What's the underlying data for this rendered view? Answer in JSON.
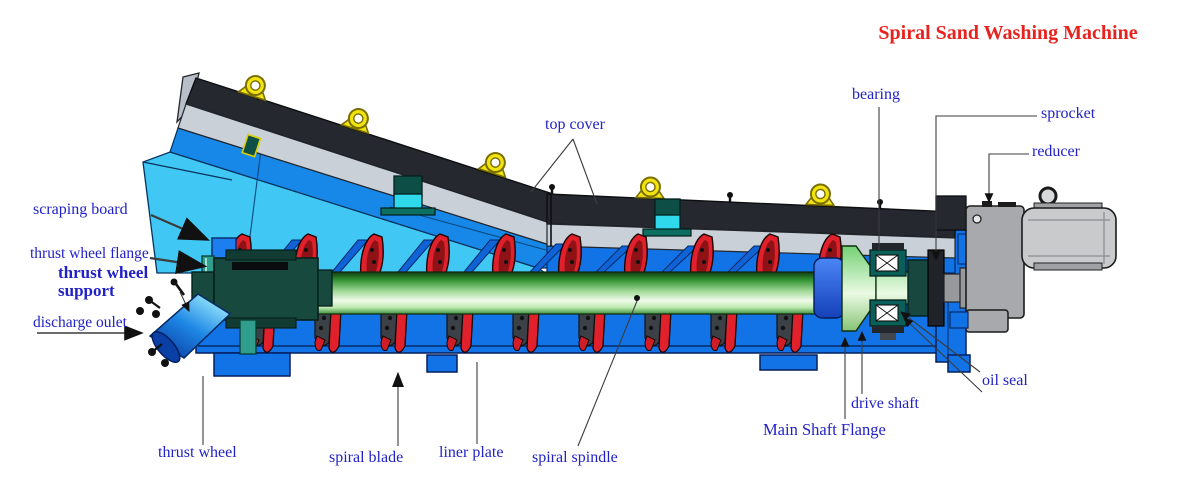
{
  "title": "Spiral Sand Washing Machine",
  "labels": {
    "top_cover": "top cover",
    "bearing": "bearing",
    "sprocket": "sprocket",
    "reducer": "reducer",
    "scraping_board": "scraping board",
    "thrust_wheel_flange": "thrust wheel flange",
    "thrust_wheel_support": "thrust wheel support",
    "discharge_oulet": "discharge oulet",
    "thrust_wheel": "thrust wheel",
    "spiral_blade": "spiral blade",
    "liner_plate": "liner plate",
    "spiral_spindle": "spiral spindle",
    "main_shaft_flange": "Main Shaft Flange",
    "drive_shaft": "drive shaft",
    "oil_seal": "oil seal"
  },
  "colors": {
    "title_red": "#e8231f",
    "label_blue": "#2121c8",
    "trough_blue": "#1273e6",
    "hopper_cyan": "#41c7f4",
    "band_blue": "#1787e8",
    "cover_dark": "#25282e",
    "cover_gray": "#c9d0d8",
    "lug_yellow": "#f2e410",
    "spindle_green": "#3f9f3f",
    "blade_red": "#e0202a",
    "gearbox_teal": "#17493f",
    "reducer_gray": "#a7a9ac",
    "motor_gray": "#c8cacc"
  }
}
